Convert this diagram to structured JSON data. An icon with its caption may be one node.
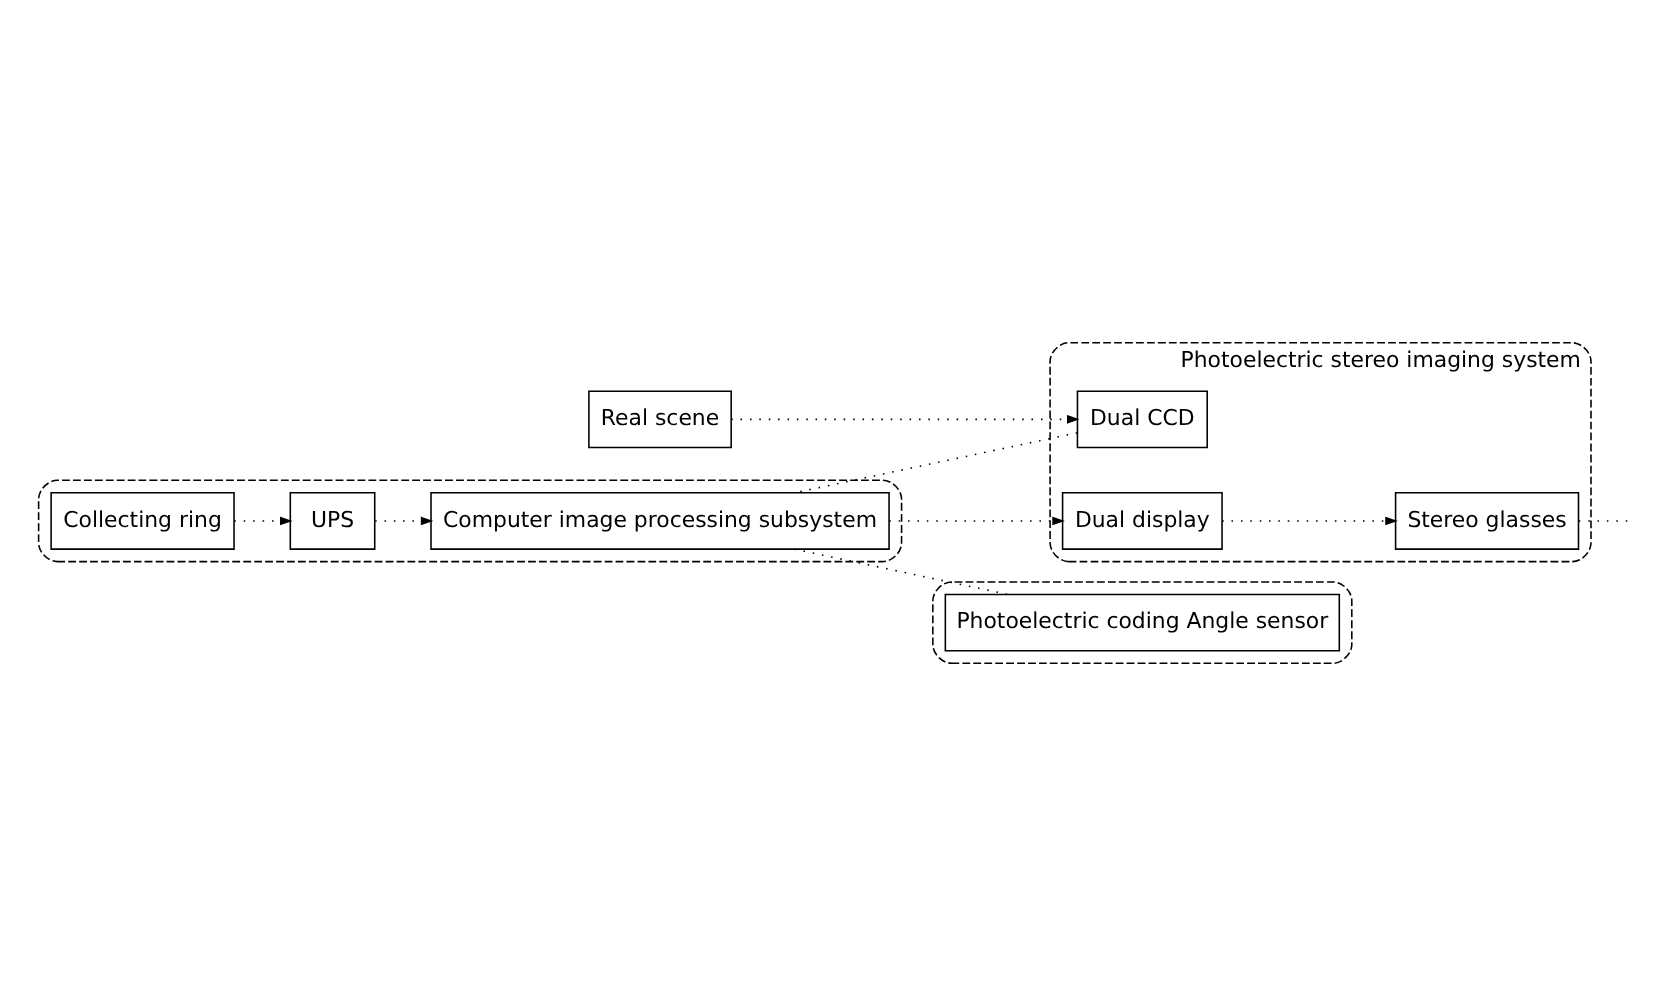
{
  "diagram": {
    "nodes": [
      {
        "text": [
          "Photoelectric stereo imaging system"
        ]
      },
      {
        "text": [
          "Real scene"
        ]
      },
      {
        "text": [
          "Dual CCD"
        ],
        "in": 0
      },
      {
        "text": [
          "Dual display"
        ],
        "in": 0
      },
      {
        "text": [
          "Stereo glasses"
        ],
        "in": 0
      },
      {
        "text": [],
        "shape": "box"
      },
      {
        "text": [
          "Computer image processing subsystem"
        ],
        "in": 5
      },
      {
        "text": [
          "UPS"
        ],
        "in": 5
      },
      {
        "text": [
          "Collecting ring"
        ],
        "in": 5
      },
      {
        "text": [],
        "shape": "box"
      },
      {
        "text": [
          "Photoelectric coding Angle sensor"
        ],
        "in": 9
      }
    ],
    "edges": [
      {
        "from": 1,
        "to": 2,
        "arrow": "to"
      },
      {
        "from": 3,
        "to": 4,
        "arrow": "to"
      },
      {
        "from": 4,
        "to": null,
        "arrow": "none"
      },
      {
        "from": 2,
        "to": 6,
        "arrow": "none"
      },
      {
        "from": 6,
        "to": 3,
        "arrow": "to"
      },
      {
        "from": 7,
        "to": 6,
        "arrow": "to"
      },
      {
        "from": 8,
        "to": 7,
        "arrow": "to"
      },
      {
        "from": 6,
        "to": 10,
        "arrow": "none"
      }
    ]
  }
}
